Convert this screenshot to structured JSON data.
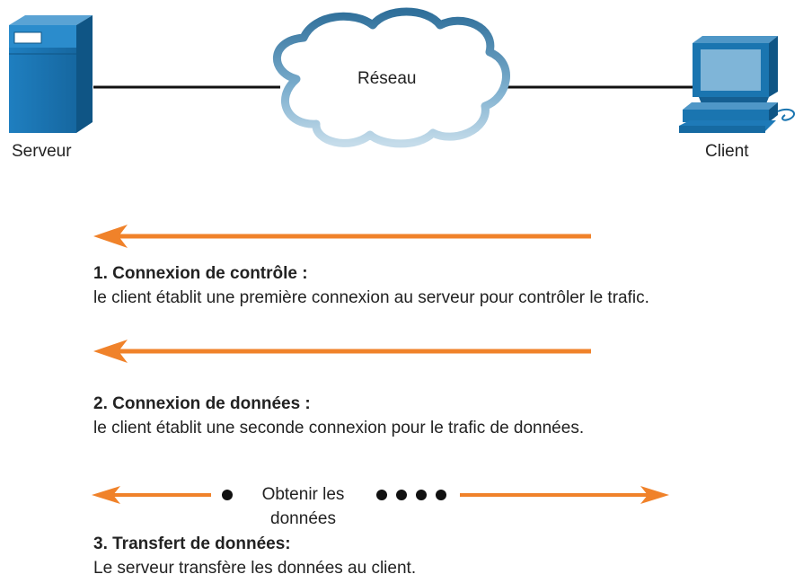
{
  "nodes": {
    "server_label": "Serveur",
    "network_label": "Réseau",
    "client_label": "Client"
  },
  "steps": [
    {
      "title": "1. Connexion de contrôle :",
      "description": "le client établit une première connexion au serveur pour contrôler le trafic."
    },
    {
      "title": "2. Connexion de données :",
      "description": "le client établit une seconde connexion pour le trafic de données."
    },
    {
      "title": "3. Transfert de données:",
      "description": "Le serveur transfère les données au client.",
      "arrow_label_line1": "Obtenir les",
      "arrow_label_line2": "données"
    }
  ],
  "colors": {
    "arrow": "#f0822a",
    "server": "#1a75b0",
    "client": "#1a75b0",
    "cloud_fill": "#ffffff",
    "cloud_stroke": "#3e80a9",
    "link": "#111111"
  }
}
